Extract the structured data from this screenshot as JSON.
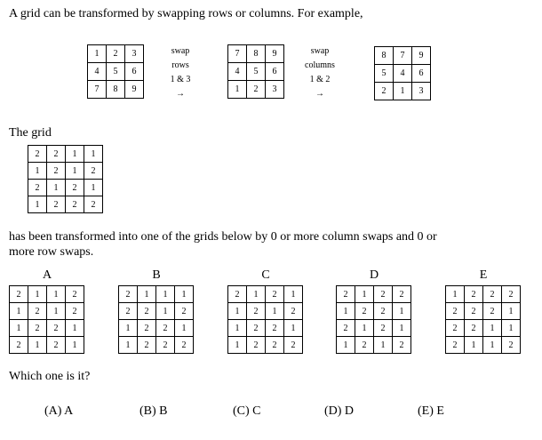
{
  "intro": "A grid can be transformed by swapping rows or columns. For example,",
  "example": {
    "grid1": [
      [
        1,
        2,
        3
      ],
      [
        4,
        5,
        6
      ],
      [
        7,
        8,
        9
      ]
    ],
    "op1": [
      "swap",
      "rows",
      "1 & 3",
      "→"
    ],
    "grid2": [
      [
        7,
        8,
        9
      ],
      [
        4,
        5,
        6
      ],
      [
        1,
        2,
        3
      ]
    ],
    "op2": [
      "swap",
      "columns",
      "1 & 2",
      "→"
    ],
    "grid3": [
      [
        8,
        7,
        9
      ],
      [
        5,
        4,
        6
      ],
      [
        2,
        1,
        3
      ]
    ]
  },
  "the_grid_label": "The grid",
  "given": [
    [
      2,
      2,
      1,
      1
    ],
    [
      1,
      2,
      1,
      2
    ],
    [
      2,
      1,
      2,
      1
    ],
    [
      1,
      2,
      2,
      2
    ]
  ],
  "transform_text_1": "has been transformed into one of the grids below by 0 or more column swaps and 0 or",
  "transform_text_2": "more row swaps.",
  "options": [
    {
      "label": "A",
      "grid": [
        [
          2,
          1,
          1,
          2
        ],
        [
          1,
          2,
          1,
          2
        ],
        [
          1,
          2,
          2,
          1
        ],
        [
          2,
          1,
          2,
          1
        ]
      ]
    },
    {
      "label": "B",
      "grid": [
        [
          2,
          1,
          1,
          1
        ],
        [
          2,
          2,
          1,
          2
        ],
        [
          1,
          2,
          2,
          1
        ],
        [
          1,
          2,
          2,
          2
        ]
      ]
    },
    {
      "label": "C",
      "grid": [
        [
          2,
          1,
          2,
          1
        ],
        [
          1,
          2,
          1,
          2
        ],
        [
          1,
          2,
          2,
          1
        ],
        [
          1,
          2,
          2,
          2
        ]
      ]
    },
    {
      "label": "D",
      "grid": [
        [
          2,
          1,
          2,
          2
        ],
        [
          1,
          2,
          2,
          1
        ],
        [
          2,
          1,
          2,
          1
        ],
        [
          1,
          2,
          1,
          2
        ]
      ]
    },
    {
      "label": "E",
      "grid": [
        [
          1,
          2,
          2,
          2
        ],
        [
          2,
          2,
          2,
          1
        ],
        [
          2,
          2,
          1,
          1
        ],
        [
          2,
          1,
          1,
          2
        ]
      ]
    }
  ],
  "question": "Which one is it?",
  "answers": [
    "(A) A",
    "(B) B",
    "(C) C",
    "(D) D",
    "(E) E"
  ]
}
